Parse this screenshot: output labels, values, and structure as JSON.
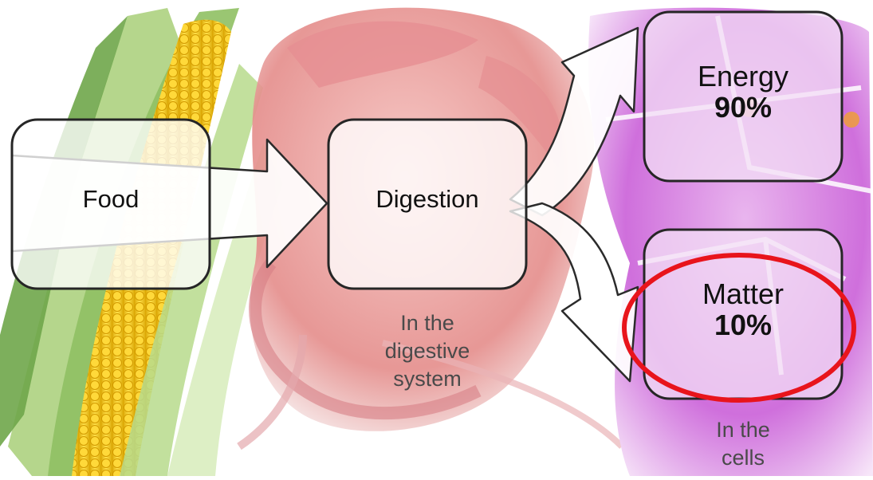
{
  "diagram": {
    "food_box": {
      "label": "Food"
    },
    "digestion_box": {
      "label": "Digestion",
      "caption": [
        "In the",
        "digestive",
        "system"
      ]
    },
    "energy_box": {
      "label": "Energy",
      "percent": "90%"
    },
    "matter_box": {
      "label": "Matter",
      "percent": "10%"
    },
    "cells_caption": [
      "In the",
      "cells"
    ],
    "highlight_color": "#e8141c",
    "backgrounds": [
      "corn-cob-illustration",
      "stomach-illustration",
      "cell-tissue-illustration"
    ]
  }
}
